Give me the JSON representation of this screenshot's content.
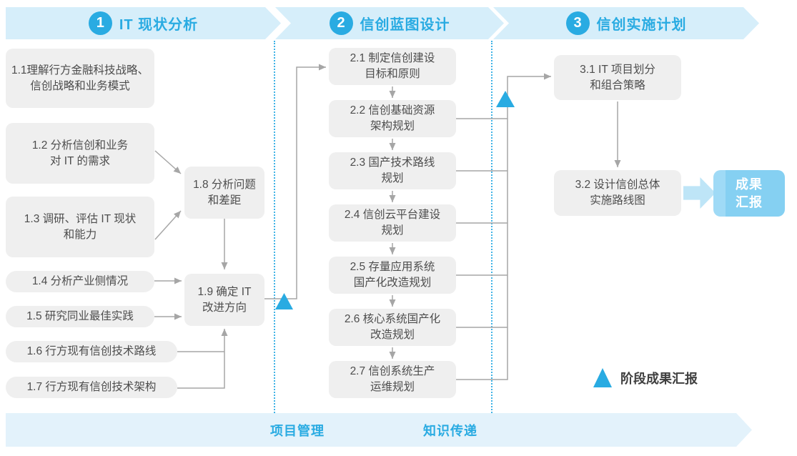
{
  "colors": {
    "accent_blue": "#29ABE2",
    "banner_bg": "#D6EEFA",
    "footer_bg": "#E3F2FB",
    "box_bg": "#EFEFEF",
    "box_text": "#4D4D4D",
    "connector_gray": "#A6A6A6",
    "result_box_bg": "#85D0F2",
    "result_box_stripe": "#9FDAF6",
    "result_arrow": "#BEE5F7"
  },
  "phases": [
    {
      "number": "1",
      "title": "IT 现状分析"
    },
    {
      "number": "2",
      "title": "信创蓝图设计"
    },
    {
      "number": "3",
      "title": "信创实施计划"
    }
  ],
  "stage1": {
    "boxes": {
      "b11": {
        "line1": "1.1理解行方金融科技战略、",
        "line2": "信创战略和业务模式"
      },
      "b12": {
        "line1": "1.2 分析信创和业务",
        "line2": "对 IT 的需求"
      },
      "b13": {
        "line1": "1.3 调研、评估 IT 现状",
        "line2": "和能力"
      },
      "b14": {
        "line1": "1.4 分析产业侧情况"
      },
      "b15": {
        "line1": "1.5 研究同业最佳实践"
      },
      "b16": {
        "line1": "1.6 行方现有信创技术路线"
      },
      "b17": {
        "line1": "1.7 行方现有信创技术架构"
      },
      "b18": {
        "line1": "1.8 分析问题",
        "line2": "和差距"
      },
      "b19": {
        "line1": "1.9 确定 IT",
        "line2": "改进方向"
      }
    }
  },
  "stage2": {
    "boxes": {
      "b21": {
        "line1": "2.1 制定信创建设",
        "line2": "目标和原则"
      },
      "b22": {
        "line1": "2.2 信创基础资源",
        "line2": "架构规划"
      },
      "b23": {
        "line1": "2.3 国产技术路线",
        "line2": "规划"
      },
      "b24": {
        "line1": "2.4 信创云平台建设",
        "line2": "规划"
      },
      "b25": {
        "line1": "2.5 存量应用系统",
        "line2": "国产化改造规划"
      },
      "b26": {
        "line1": "2.6 核心系统国产化",
        "line2": "改造规划"
      },
      "b27": {
        "line1": "2.7 信创系统生产",
        "line2": "运维规划"
      }
    }
  },
  "stage3": {
    "boxes": {
      "b31": {
        "line1": "3.1 IT 项目划分",
        "line2": "和组合策略"
      },
      "b32": {
        "line1": "3.2 设计信创总体",
        "line2": "实施路线图"
      }
    },
    "result": {
      "line1": "成果",
      "line2": "汇报"
    }
  },
  "legend": {
    "label": "阶段成果汇报"
  },
  "footer": {
    "left_label": "项目管理",
    "right_label": "知识传递"
  }
}
